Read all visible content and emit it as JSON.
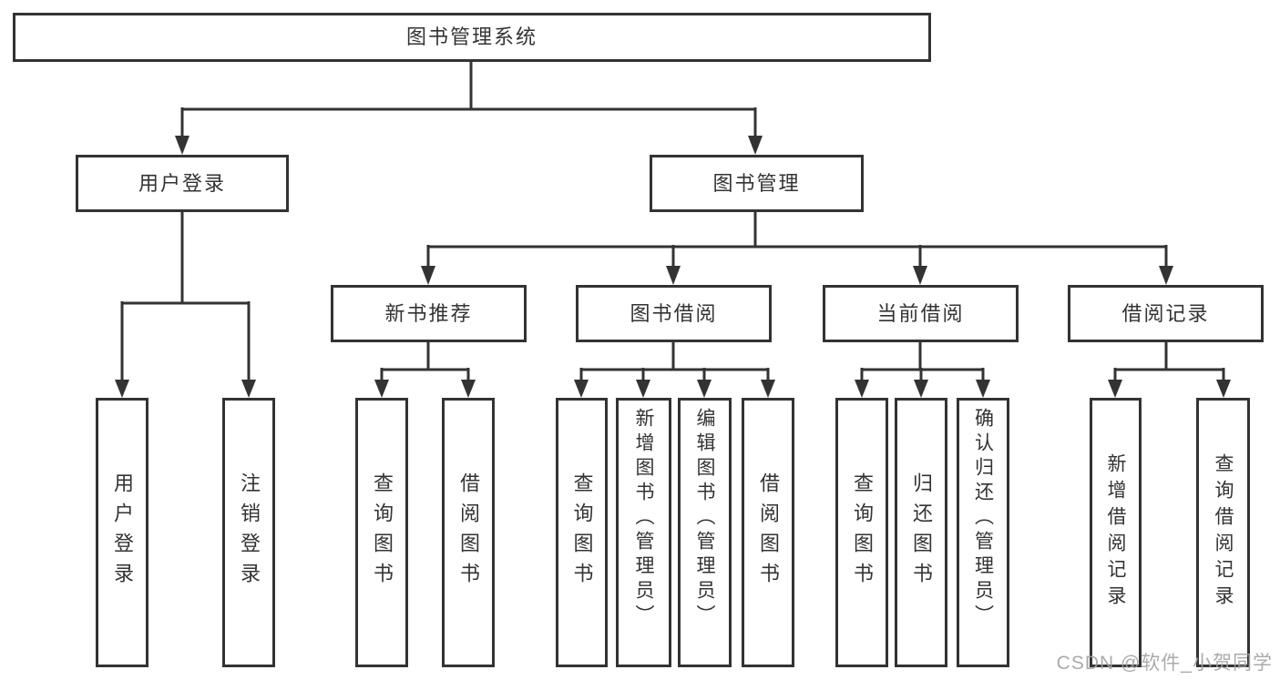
{
  "tree": {
    "label": "图书管理系统",
    "children": [
      {
        "label": "用户登录",
        "children": [
          {
            "label": "用户登录"
          },
          {
            "label": "注销登录"
          }
        ]
      },
      {
        "label": "图书管理",
        "children": [
          {
            "label": "新书推荐",
            "children": [
              {
                "label": "查询图书"
              },
              {
                "label": "借阅图书"
              }
            ]
          },
          {
            "label": "图书借阅",
            "children": [
              {
                "label": "查询图书"
              },
              {
                "label": "新增图书（管理员）"
              },
              {
                "label": "编辑图书（管理员）"
              },
              {
                "label": "借阅图书"
              }
            ]
          },
          {
            "label": "当前借阅",
            "children": [
              {
                "label": "查询图书"
              },
              {
                "label": "归还图书"
              },
              {
                "label": "确认归还（管理员）"
              }
            ]
          },
          {
            "label": "借阅记录",
            "children": [
              {
                "label": "新增借阅记录"
              },
              {
                "label": "查询借阅记录"
              }
            ]
          }
        ]
      }
    ]
  },
  "watermark": {
    "text": "CSDN @软件_小贺同学"
  },
  "colors": {
    "line": "#333333",
    "text": "#333333",
    "watermark": "#a3a3a3",
    "background": "#ffffff"
  }
}
